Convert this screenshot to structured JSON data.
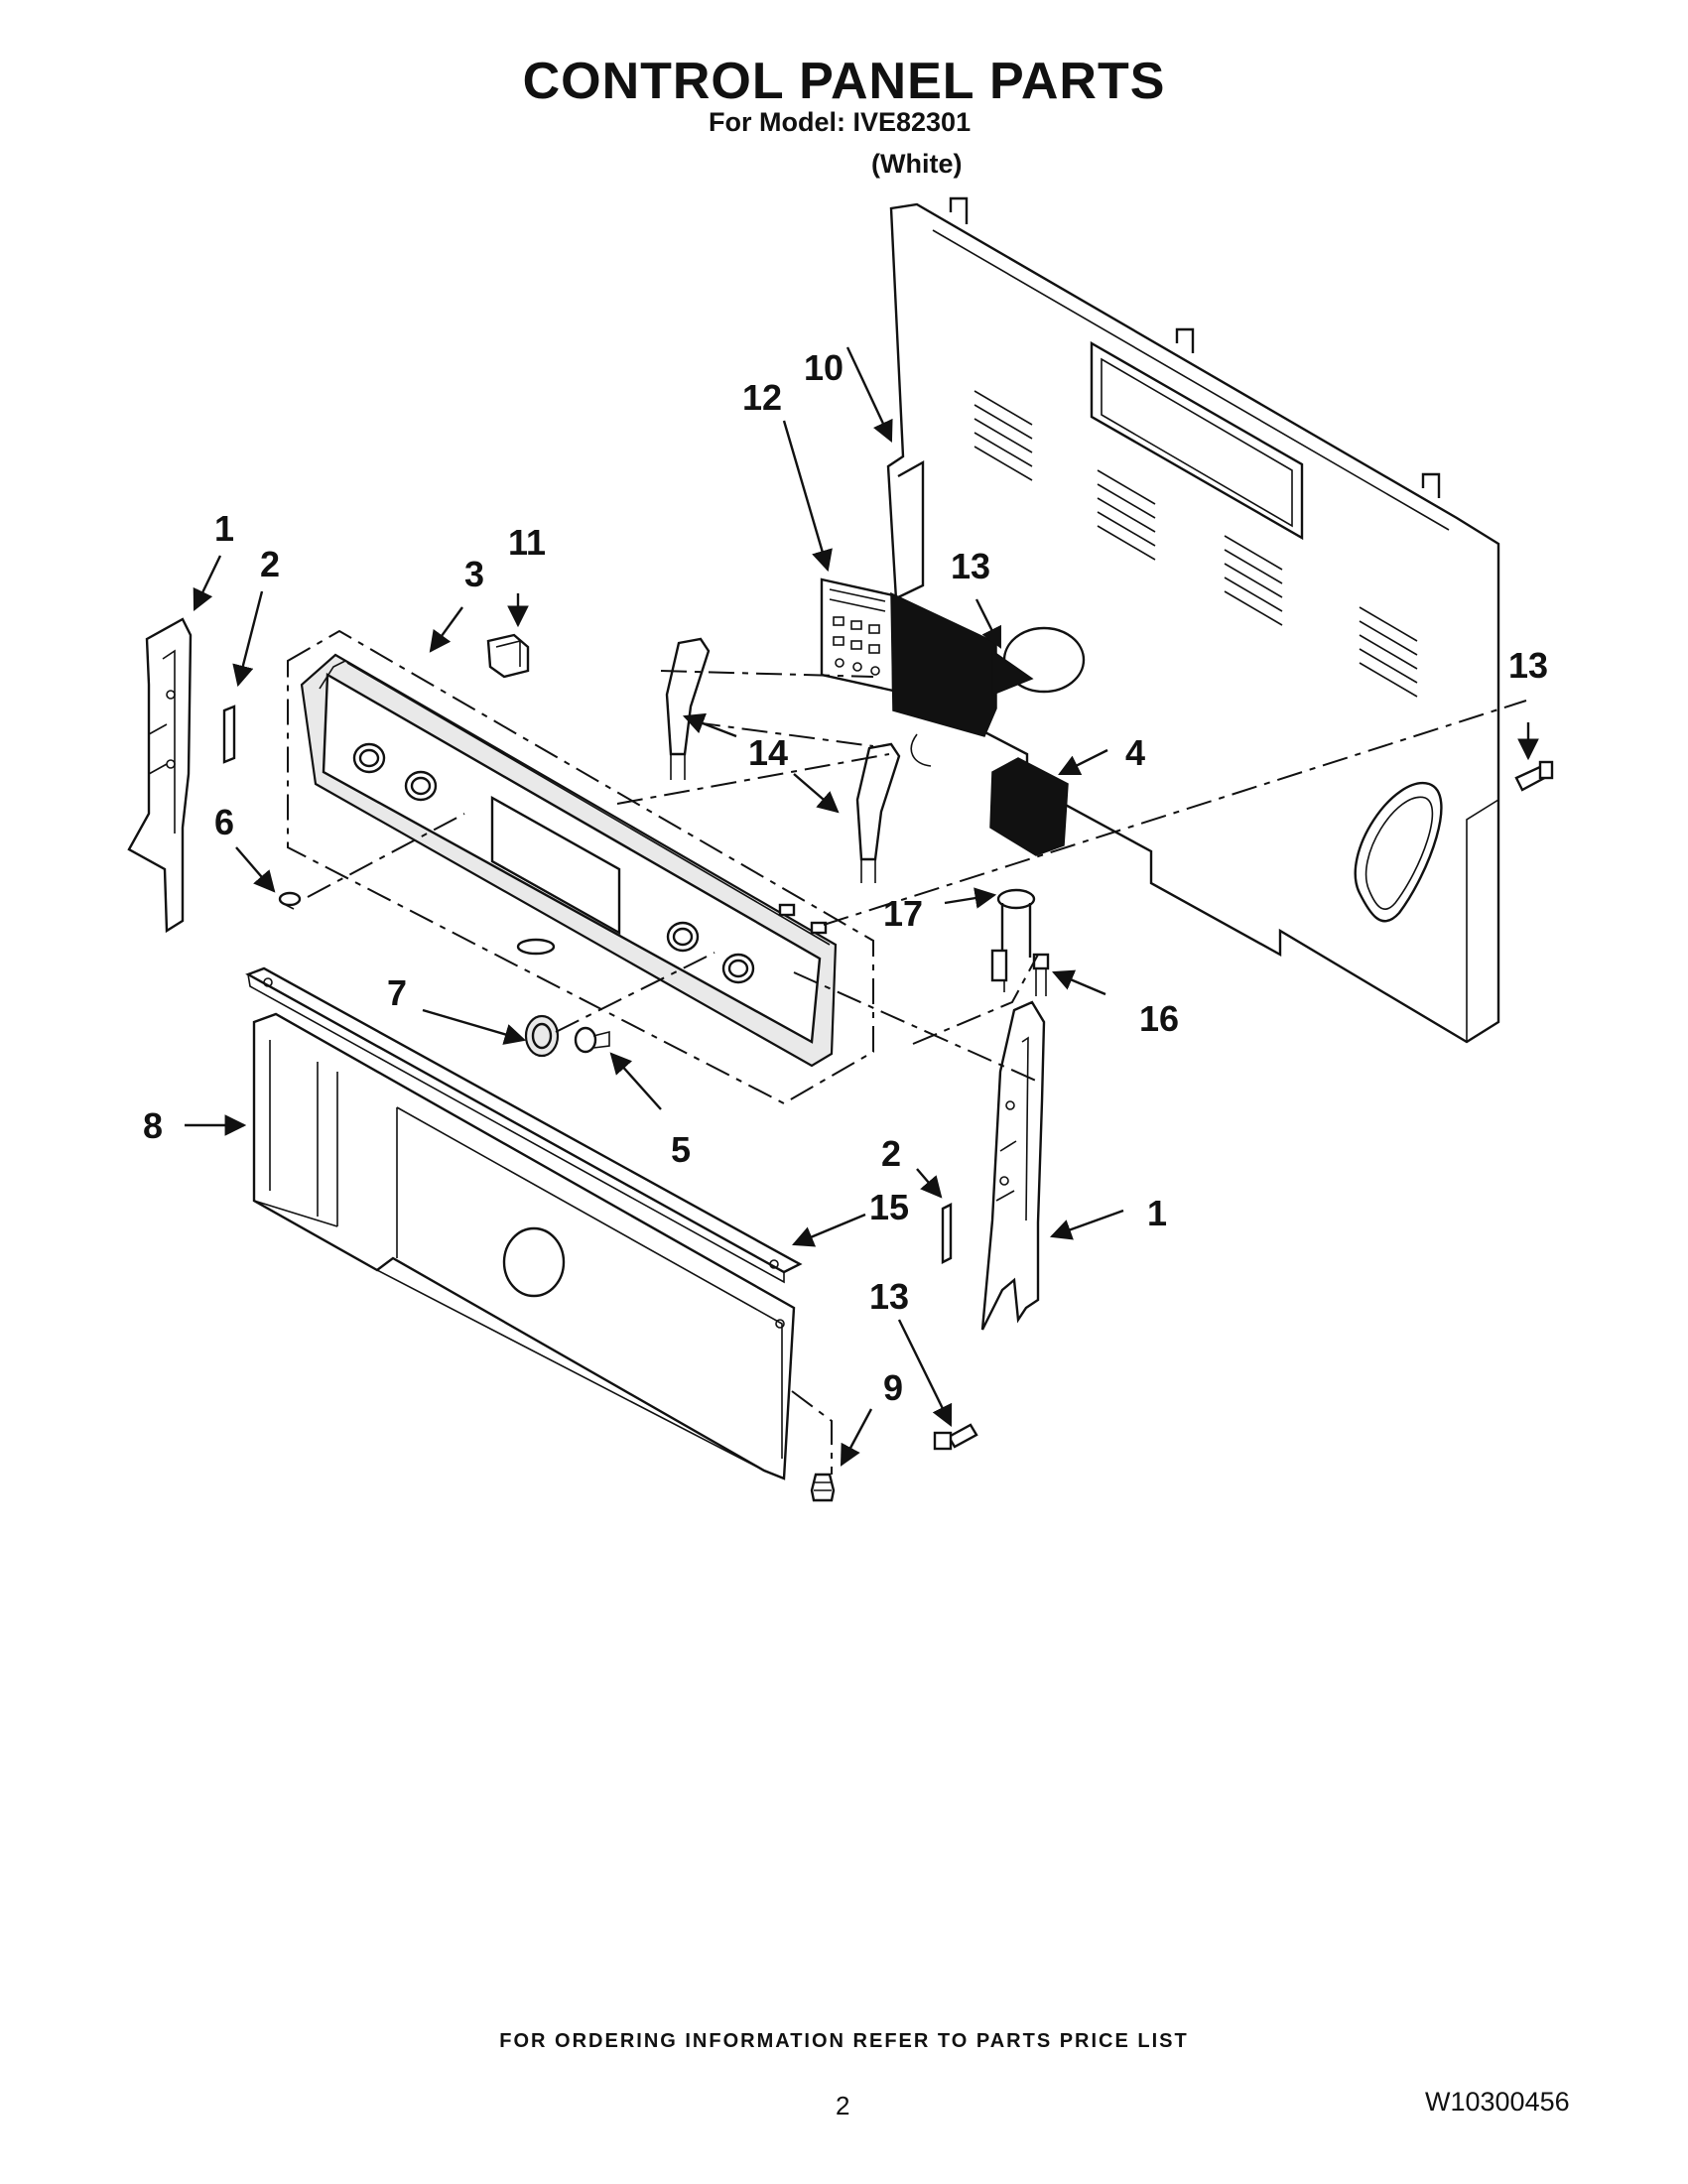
{
  "header": {
    "title": "CONTROL PANEL PARTS",
    "model_line": "For Model: IVE82301",
    "color_line": "(White)"
  },
  "callouts": {
    "c1a": "1",
    "c2a": "2",
    "c3": "3",
    "c11": "11",
    "c12": "12",
    "c10": "10",
    "c13a": "13",
    "c13b": "13",
    "c14": "14",
    "c4": "4",
    "c6": "6",
    "c17": "17",
    "c16": "16",
    "c7": "7",
    "c5": "5",
    "c8": "8",
    "c2b": "2",
    "c15": "15",
    "c1b": "1",
    "c13c": "13",
    "c9": "9"
  },
  "footer": {
    "ordering_note": "FOR ORDERING INFORMATION REFER TO PARTS PRICE LIST",
    "page_number": "2",
    "document_number": "W10300456"
  }
}
